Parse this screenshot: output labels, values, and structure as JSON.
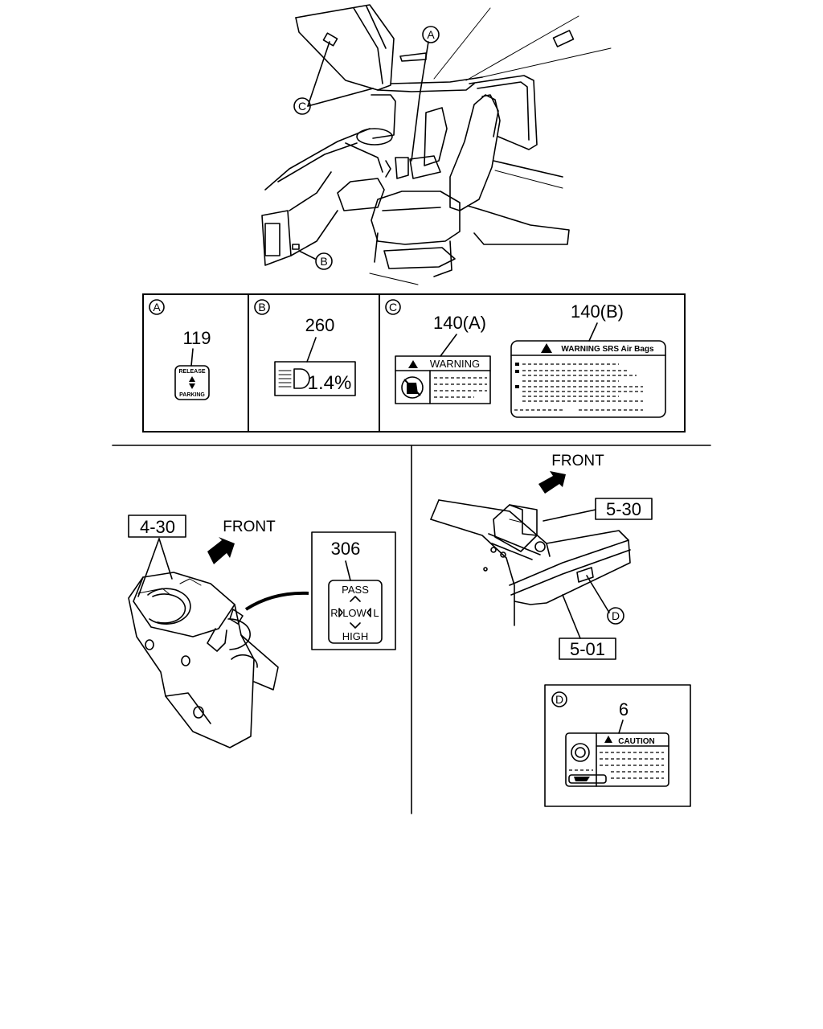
{
  "callouts": {
    "a": "A",
    "b": "B",
    "c": "C",
    "d": "D"
  },
  "panel_a": {
    "part_number": "119",
    "label_top": "RELEASE",
    "label_bottom": "PARKING"
  },
  "panel_b": {
    "part_number": "260",
    "label_value": "1.4%"
  },
  "panel_c": {
    "part_number_a": "140(A)",
    "warning_text": "WARNING",
    "part_number_b": "140(B)",
    "airbag_warning_text": "WARNING SRS Air Bags"
  },
  "left_detail": {
    "ref_number": "4-30",
    "front_label": "FRONT",
    "part_number": "306",
    "label_pass": "PASS",
    "label_r": "R",
    "label_low": "LOW",
    "label_l": "L",
    "label_high": "HIGH"
  },
  "right_detail": {
    "front_label": "FRONT",
    "ref_upper": "5-30",
    "ref_lower": "5-01"
  },
  "panel_d": {
    "part_number": "6",
    "caution_text": "CAUTION"
  },
  "icons": [
    "warning-triangle-icon",
    "headlamp-icon",
    "front-arrow-icon",
    "no-child-seat-icon"
  ]
}
